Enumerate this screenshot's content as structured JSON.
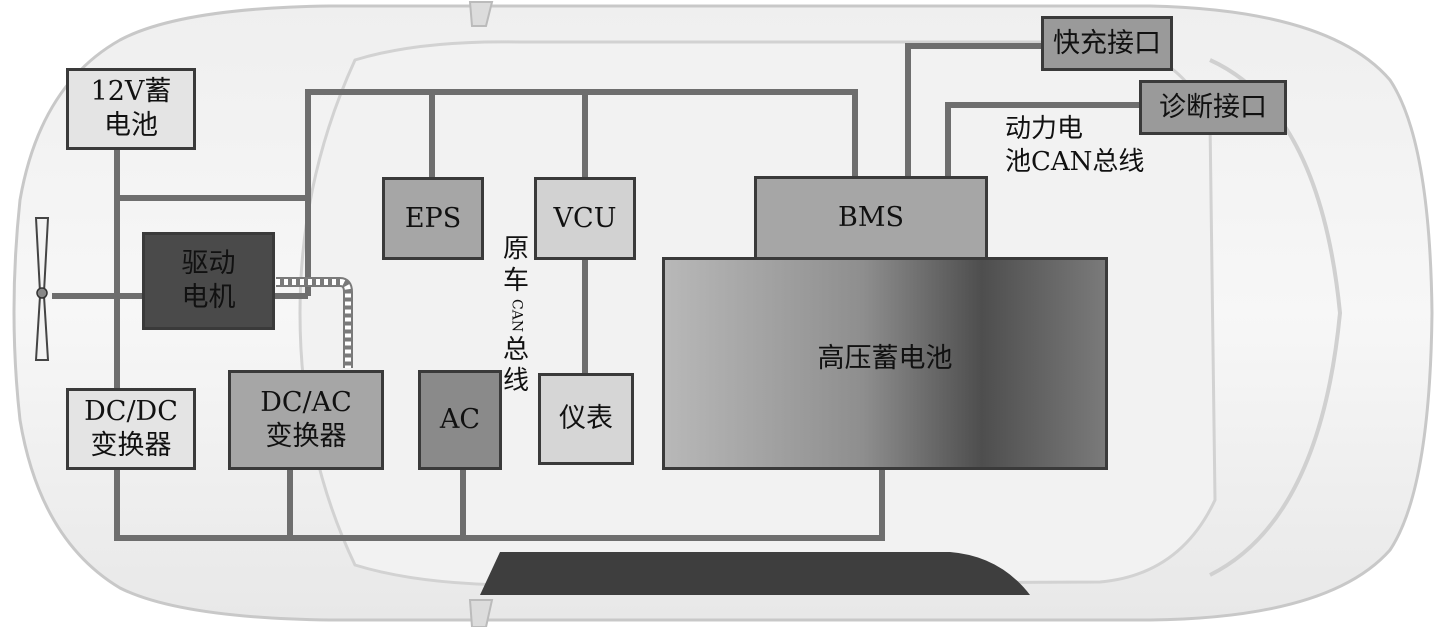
{
  "diagram": {
    "boxes": {
      "battery_12v": "12V蓄\n电池",
      "drive_motor": "驱动\n电机",
      "dcdc": "DC/DC\n变换器",
      "dcac": "DC/AC\n变换器",
      "eps": "EPS",
      "vcu": "VCU",
      "ac": "AC",
      "instrument": "仪表",
      "bms": "BMS",
      "hv_battery": "高压蓄电池",
      "fast_charge": "快充接口",
      "diagnostic": "诊断接口"
    },
    "labels": {
      "original_can_1": "原",
      "original_can_2": "车",
      "original_can_3": "CAN",
      "original_can_4": "总",
      "original_can_5": "线",
      "power_battery_can_line1": "动力电",
      "power_battery_can_line2": "池CAN总线"
    },
    "colors": {
      "bus_line": "#6e6e6e",
      "box_border": "#3a3a3a",
      "light_box": "#e4e4e4",
      "mid_box": "#a6a6a6",
      "dark_box": "#4a4a4a"
    }
  }
}
